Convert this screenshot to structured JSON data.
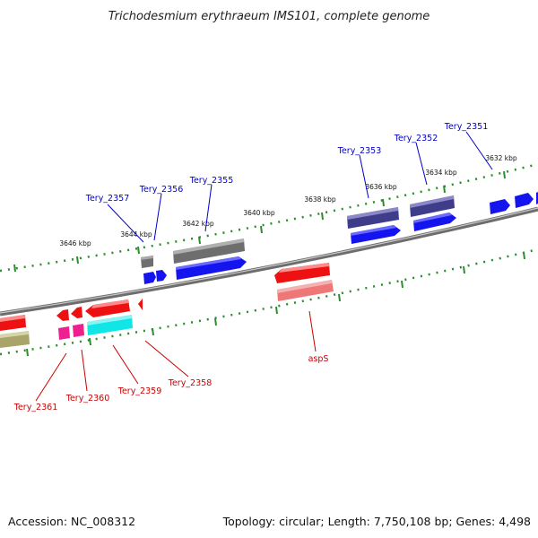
{
  "title": "Trichodesmium erythraeum IMS101, complete genome",
  "footer": {
    "accession": "Accession: NC_008312",
    "stats": "Topology: circular; Length: 7,750,108 bp; Genes: 4,498"
  },
  "colors": {
    "backbone": "#8c8c8c",
    "tick": "#2e8b2e",
    "label_top": "#0000cc",
    "label_bottom": "#cc0000",
    "blue": "#1414ee",
    "dark_purple": "#3f3d8a",
    "gray": "#6e6e6e",
    "red": "#ee1111",
    "pink": "#ee7777",
    "cyan": "#10e6e6",
    "magenta": "#ee1f8f",
    "olive": "#a8a46a"
  },
  "scale_labels": [
    "3646 kbp",
    "3644 kbp",
    "3642 kbp",
    "3640 kbp",
    "3638 kbp",
    "3636 kbp",
    "3634 kbp",
    "3632 kbp"
  ],
  "genes_top": [
    "Tery_2357",
    "Tery_2356",
    "Tery_2355",
    "Tery_2353",
    "Tery_2352",
    "Tery_2351"
  ],
  "genes_bottom": [
    "Tery_2361",
    "Tery_2360",
    "Tery_2359",
    "Tery_2358",
    "aspS"
  ]
}
